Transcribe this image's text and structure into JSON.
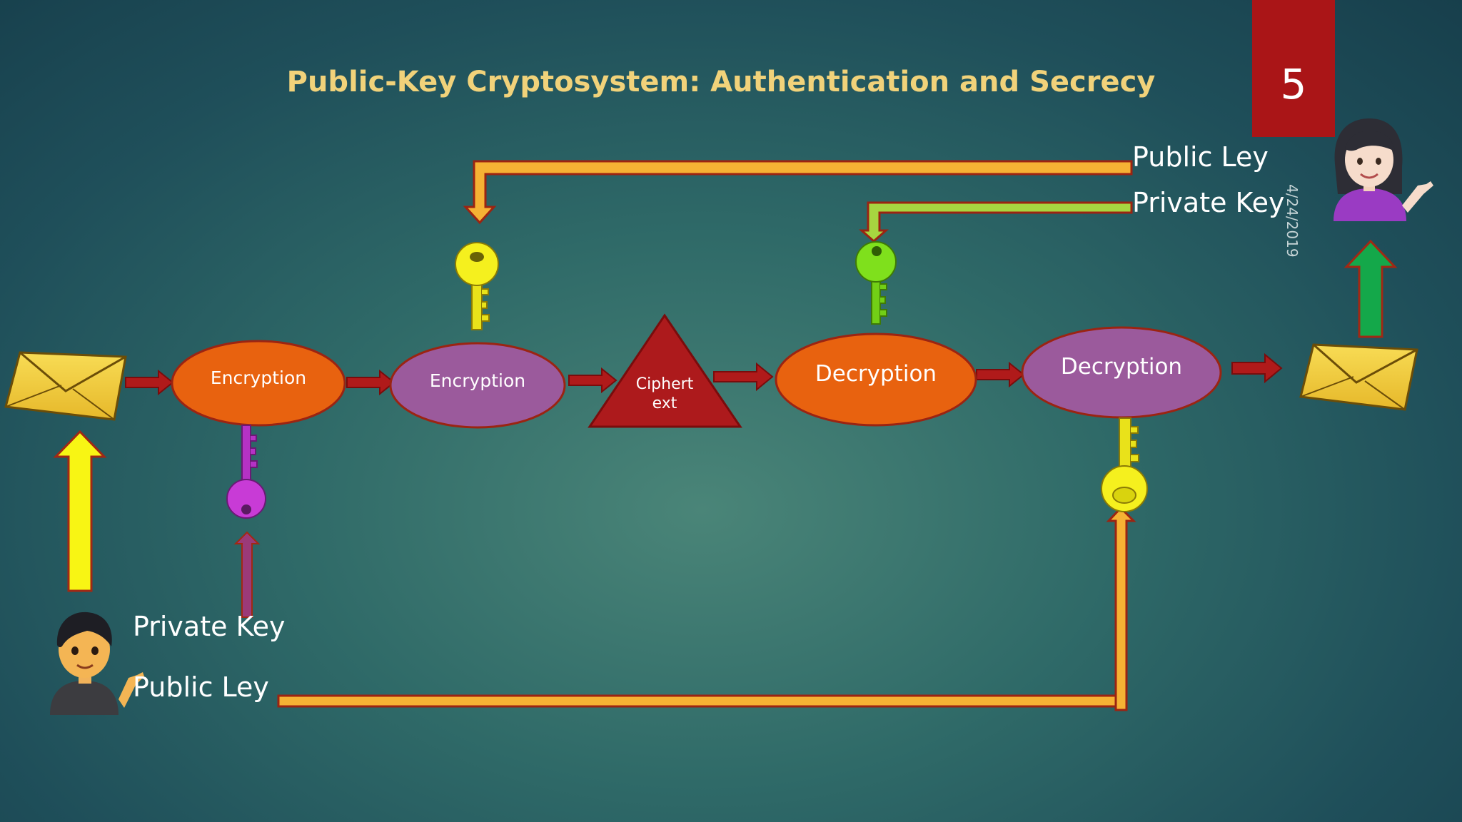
{
  "slide": {
    "title": "Public-Key Cryptosystem: Authentication and Secrecy",
    "number": "5",
    "date": "4/24/2019"
  },
  "sender": {
    "label_private": "Private Key",
    "label_public": "Public Ley"
  },
  "receiver": {
    "label_public": "Public Ley",
    "label_private": "Private Key"
  },
  "nodes": {
    "enc1": "Encryption",
    "enc2": "Encryption",
    "cipher_line1": "Ciphert",
    "cipher_line2": "ext",
    "dec1": "Decryption",
    "dec2": "Decryption"
  },
  "colors": {
    "orange_node": "#e8620f",
    "purple_node": "#9b5a9c",
    "red_arrow": "#b01a1a",
    "yellow_key": "#f5f01e",
    "green_key": "#7fe01c",
    "magenta_key": "#c83bd6",
    "envelope": "#f3cf3c",
    "green_arrow": "#14a84a",
    "slide_number_bg": "#aa1517"
  }
}
